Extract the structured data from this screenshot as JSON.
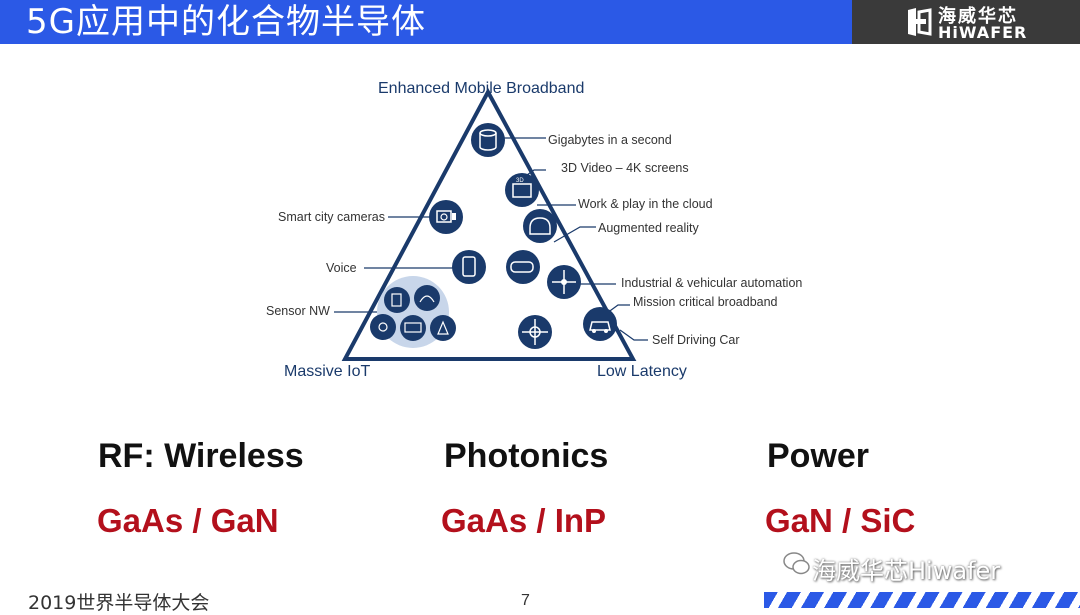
{
  "header": {
    "title": "5G应用中的化合物半导体",
    "logo_cn": "海威华芯",
    "logo_en": "HiWAFER",
    "bar_color": "#2b59e6"
  },
  "diagram": {
    "top_label": "Enhanced Mobile Broadband",
    "left_label": "Massive IoT",
    "right_label": "Low Latency",
    "annotations": {
      "gigabytes": "Gigabytes in a second",
      "video": "3D Video – 4K screens",
      "cloud": "Work & play in the cloud",
      "ar": "Augmented reality",
      "industrial": "Industrial & vehicular automation",
      "mission": "Mission critical broadband",
      "selfdriving": "Self Driving Car",
      "smartcity": "Smart city cameras",
      "voice": "Voice",
      "sensor": "Sensor NW"
    },
    "icons": [
      "database-icon",
      "3d-video-icon",
      "cloud-work-icon",
      "camera-icon",
      "vr-headset-icon",
      "tablet-icon",
      "automation-icon",
      "arrows-icon",
      "car-icon",
      "sensor-cluster-icon"
    ]
  },
  "categories": [
    {
      "label": "RF: Wireless",
      "material": "GaAs / GaN"
    },
    {
      "label": "Photonics",
      "material": "GaAs / InP"
    },
    {
      "label": "Power",
      "material": "GaN / SiC"
    }
  ],
  "footer": {
    "event": "2019世界半导体大会",
    "page": "7",
    "watermark": "海威华芯Hiwafer"
  }
}
